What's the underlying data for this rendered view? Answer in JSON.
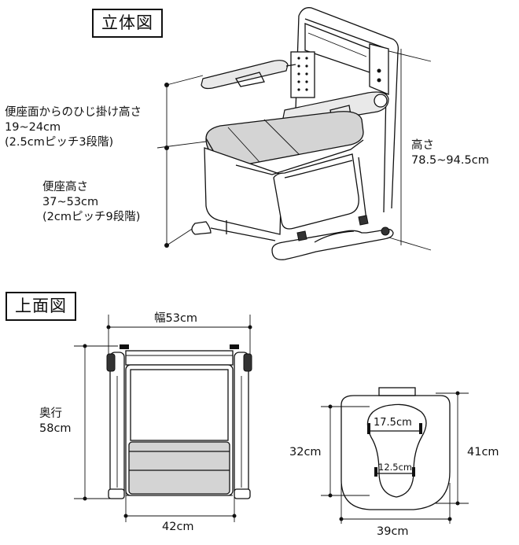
{
  "sections": {
    "perspective_title": "立体図",
    "top_title": "上面図"
  },
  "perspective": {
    "armrest_height": {
      "label": "便座面からのひじ掛け高さ",
      "range": "19~24cm",
      "note": "(2.5cmピッチ3段階)"
    },
    "seat_height": {
      "label": "便座高さ",
      "range": "37~53cm",
      "note": "(2cmピッチ9段階)"
    },
    "total_height": {
      "label": "高さ",
      "range": "78.5~94.5cm"
    }
  },
  "top_view": {
    "width": "幅53cm",
    "depth_label": "奥行",
    "depth_value": "58cm",
    "inner_width": "42cm"
  },
  "toilet_seat": {
    "opening_width": "17.5cm",
    "inner_width": "12.5cm",
    "depth_inner": "32cm",
    "depth_outer": "41cm",
    "width": "39cm"
  }
}
